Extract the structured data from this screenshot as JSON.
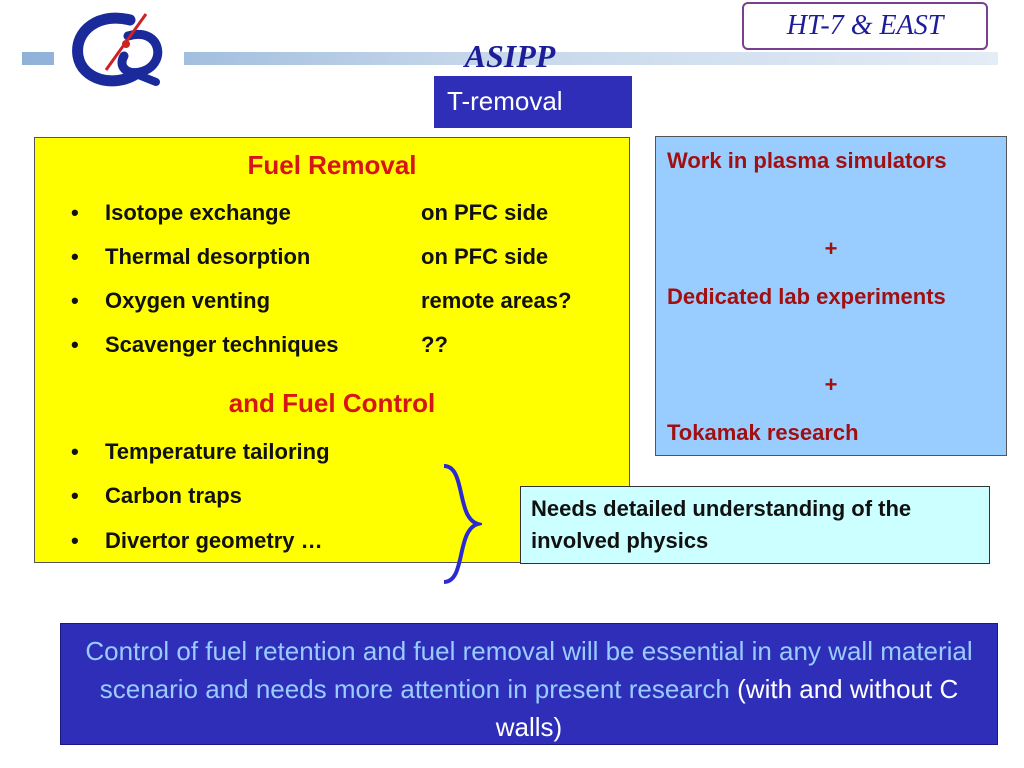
{
  "header": {
    "badge": "HT-7 & EAST",
    "org": "ASIPP",
    "topic": "T-removal"
  },
  "fuel_panel": {
    "removal_heading": "Fuel Removal",
    "removal_items": [
      {
        "label": "Isotope exchange",
        "location": "on PFC side"
      },
      {
        "label": "Thermal desorption",
        "location": "on PFC side"
      },
      {
        "label": "Oxygen venting",
        "location": "remote areas?"
      },
      {
        "label": "Scavenger techniques",
        "location": "??"
      }
    ],
    "control_heading": "and Fuel Control",
    "control_items": [
      "Temperature tailoring",
      "Carbon traps",
      "Divertor geometry …"
    ],
    "bullet": "•"
  },
  "research_panel": {
    "line1": "Work in plasma simulators",
    "plus": "+",
    "line2": "Dedicated lab experiments",
    "line3": "Tokamak research"
  },
  "physics_note": "Needs detailed understanding of the involved physics",
  "conclusion": {
    "main": "Control of fuel retention and fuel removal will be essential in any wall material scenario and needs more attention in present research",
    "aside": "(with and without C walls)"
  },
  "colors": {
    "header_blue": "#2e2eb8",
    "panel_yellow": "#ffff00",
    "panel_lightblue": "#99ccff",
    "note_cyan": "#ccffff",
    "heading_red": "#d61515",
    "research_text": "#a11010",
    "brace_blue": "#2a2ad0"
  },
  "icons": {
    "logo": "asipp-logo-icon",
    "brace": "curly-brace-icon"
  }
}
